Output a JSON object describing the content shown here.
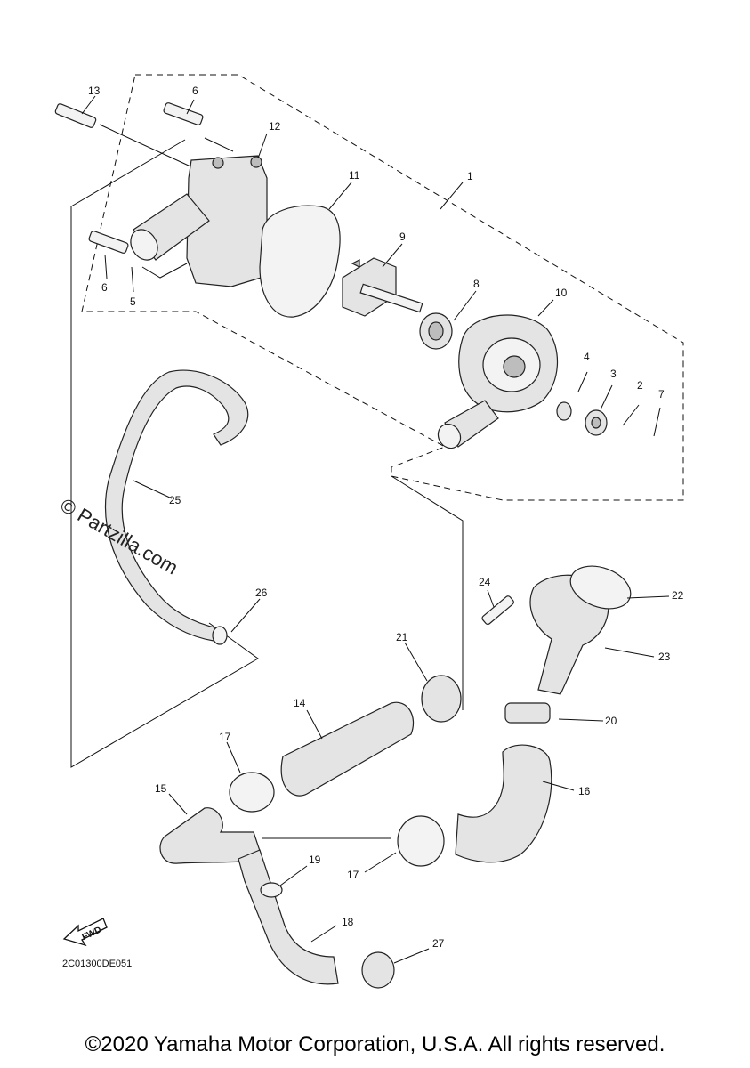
{
  "diagram_code": "2C01300DE051",
  "watermark": "© Partzilla.com",
  "fwd_label": "FWD",
  "copyright": "©2020 Yamaha Motor Corporation, U.S.A. All rights reserved.",
  "callouts": {
    "c1": "1",
    "c2": "2",
    "c3": "3",
    "c4": "4",
    "c5": "5",
    "c6a": "6",
    "c6b": "6",
    "c7": "7",
    "c8": "8",
    "c9": "9",
    "c10": "10",
    "c11": "11",
    "c12": "12",
    "c13": "13",
    "c14": "14",
    "c15": "15",
    "c16": "16",
    "c17a": "17",
    "c17b": "17",
    "c18": "18",
    "c19": "19",
    "c20": "20",
    "c21": "21",
    "c22": "22",
    "c23": "23",
    "c24": "24",
    "c25": "25",
    "c26": "26",
    "c27": "27"
  }
}
